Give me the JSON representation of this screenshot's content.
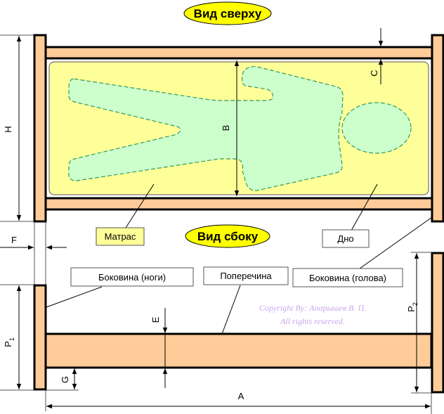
{
  "titles": {
    "top_view": "Вид сверху",
    "side_view": "Вид сбоку"
  },
  "callouts": {
    "mattress": "Матрас",
    "bottom": "Дно",
    "side_feet": "Боковина (ноги)",
    "crossbar": "Поперечина",
    "side_head": "Боковина (голова)"
  },
  "dimensions": {
    "H": "H",
    "B": "B",
    "C": "C",
    "F": "F",
    "P1": "P",
    "P1_sub": "1",
    "P2": "P",
    "P2_sub": "2",
    "E": "E",
    "G": "G",
    "A": "A"
  },
  "copyright": {
    "line1": "Copyright By: Апарышев В. П.",
    "line2": "All rights reserved."
  },
  "colors": {
    "wood": "#ffcc99",
    "mattress": "#ffff99",
    "body": "#ccffcc",
    "body_outline": "#339966",
    "title_bubble": "#ffff00",
    "copyright": "#c9a6f0"
  }
}
